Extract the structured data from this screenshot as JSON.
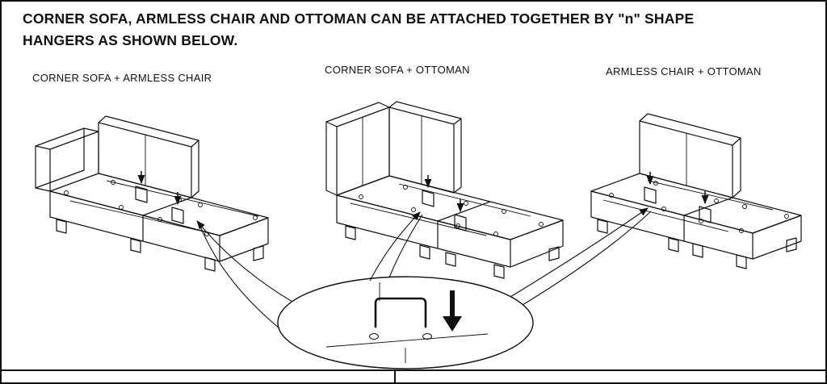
{
  "doc": {
    "title_line1": "CORNER SOFA, ARMLESS CHAIR AND OTTOMAN CAN BE ATTACHED TOGETHER BY \"n\" SHAPE",
    "title_line2": "HANGERS AS SHOWN BELOW.",
    "diagrams": {
      "left": {
        "label": "CORNER SOFA + ARMLESS CHAIR"
      },
      "center": {
        "label": "CORNER SOFA + OTTOMAN"
      },
      "right": {
        "label": "ARMLESS CHAIR + OTTOMAN"
      }
    },
    "callout": {
      "icons": [
        "n-shape-hanger-icon",
        "insert-down-arrow-icon"
      ]
    },
    "colors": {
      "ink": "#111111",
      "paper": "#ffffff"
    }
  }
}
